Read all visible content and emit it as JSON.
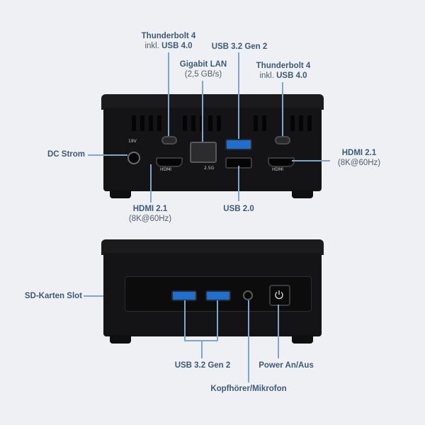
{
  "rear": {
    "thunderbolt_left": {
      "title": "Thunderbolt 4",
      "sub_prefix": "inkl.",
      "sub_bold": "USB 4.0"
    },
    "usb32_top": {
      "title": "USB 3.2 Gen 2"
    },
    "lan": {
      "title": "Gigabit LAN",
      "sub": "(2,5 GB/s)"
    },
    "thunderbolt_right": {
      "title": "Thunderbolt 4",
      "sub_prefix": "inkl.",
      "sub_bold": "USB 4.0"
    },
    "dc": {
      "title": "DC Strom"
    },
    "hdmi_right": {
      "title": "HDMI 2.1",
      "sub": "(8K@60Hz)"
    },
    "hdmi_left": {
      "title": "HDMI 2.1",
      "sub": "(8K@60Hz)"
    },
    "usb20": {
      "title": "USB 2.0"
    }
  },
  "front": {
    "sd": {
      "title": "SD-Karten Slot"
    },
    "usb32": {
      "title": "USB 3.2 Gen 2"
    },
    "power": {
      "title": "Power An/Aus"
    },
    "audio": {
      "title": "Kopfhörer/Mikrofon"
    }
  },
  "device_marks": {
    "hdmi_text": "HDMI",
    "dc_text": "19V",
    "lan_text": "2.5G"
  }
}
